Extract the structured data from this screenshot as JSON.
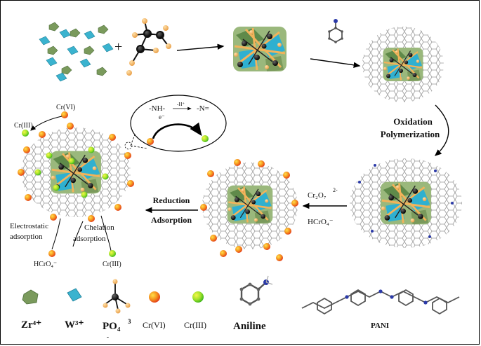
{
  "colors": {
    "zr": "#7a9a5c",
    "w": "#3ab3cf",
    "po4_center": "#111111",
    "po4_o": "#f2b35a",
    "cr6": "#f06a1e",
    "cr3": "#6bd61f",
    "pani_n": "#2b3aa8"
  },
  "labels": {
    "cr6_top": "Cr(VI)",
    "cr3_top": "Cr(III)",
    "mech_nh": "-NH-",
    "mech_h": "-H⁺",
    "mech_n": "-N=",
    "mech_e": "e⁻",
    "oxidation": "Oxidation",
    "polymerization": "Polymerization",
    "cr2o7_main": "Cr₂O₇",
    "cr2o7_charge": "2-",
    "hcro4_mid": "HCrO₄⁻",
    "reduction": "Reduction",
    "adsorption": "Adsorption",
    "electrostatic": "Electrostatic",
    "electrostatic2": "adsorption",
    "chelation": "Chelation",
    "chelation2": "adsorption",
    "hcro4_bottom": "HCrO₄⁻",
    "cr3_bottom": "Cr(III)"
  },
  "legend": {
    "zr": "Zr⁴⁺",
    "w": "W³⁺",
    "po4_main": "PO₄",
    "po4_sup": "3",
    "po4_sub": "-",
    "cr6": "Cr(VI)",
    "cr3": "Cr(III)",
    "aniline": "Aniline",
    "pani": "PANI"
  }
}
